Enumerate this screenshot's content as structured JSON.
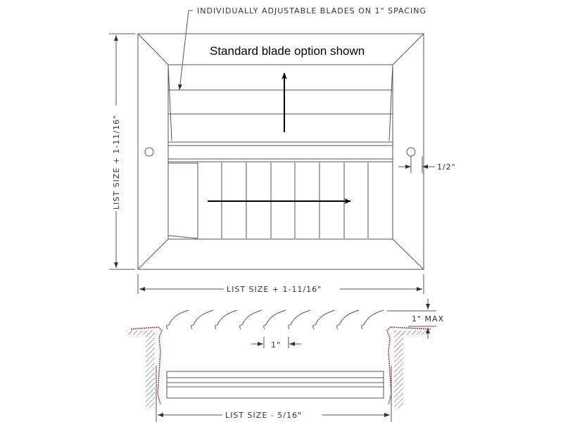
{
  "callout_blades": "INDIVIDUALLY ADJUSTABLE BLADES ON 1\" SPACING",
  "caption": "Standard blade option shown",
  "dim_height": "LIST SIZE + 1-11/16\"",
  "dim_width": "LIST SIZE + 1-11/16\"",
  "dim_hole_offset": "1/2\"",
  "dim_max": "1\" MAX",
  "dim_spacing": "1\"",
  "dim_section_width": "LIST SIZE - 5/16\""
}
